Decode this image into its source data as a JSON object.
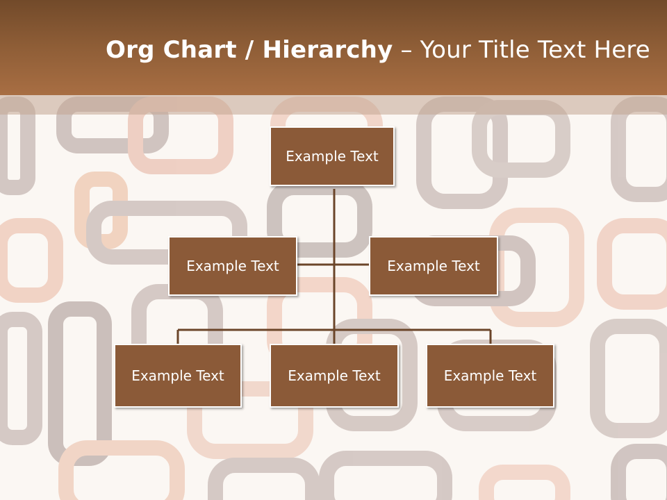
{
  "slide": {
    "title_bold": "Org Chart / Hierarchy",
    "title_dash": " – ",
    "title_rest": "Your Title Text Here"
  },
  "org_chart": {
    "root": "Example Text",
    "assistants": [
      "Example Text",
      "Example Text"
    ],
    "children": [
      "Example Text",
      "Example Text",
      "Example Text"
    ]
  },
  "colors": {
    "header_top": "#724a2a",
    "header_bottom": "#a86e43",
    "node_fill": "#8b5a38",
    "connector": "#6b4529",
    "background": "#fbf7f3"
  }
}
